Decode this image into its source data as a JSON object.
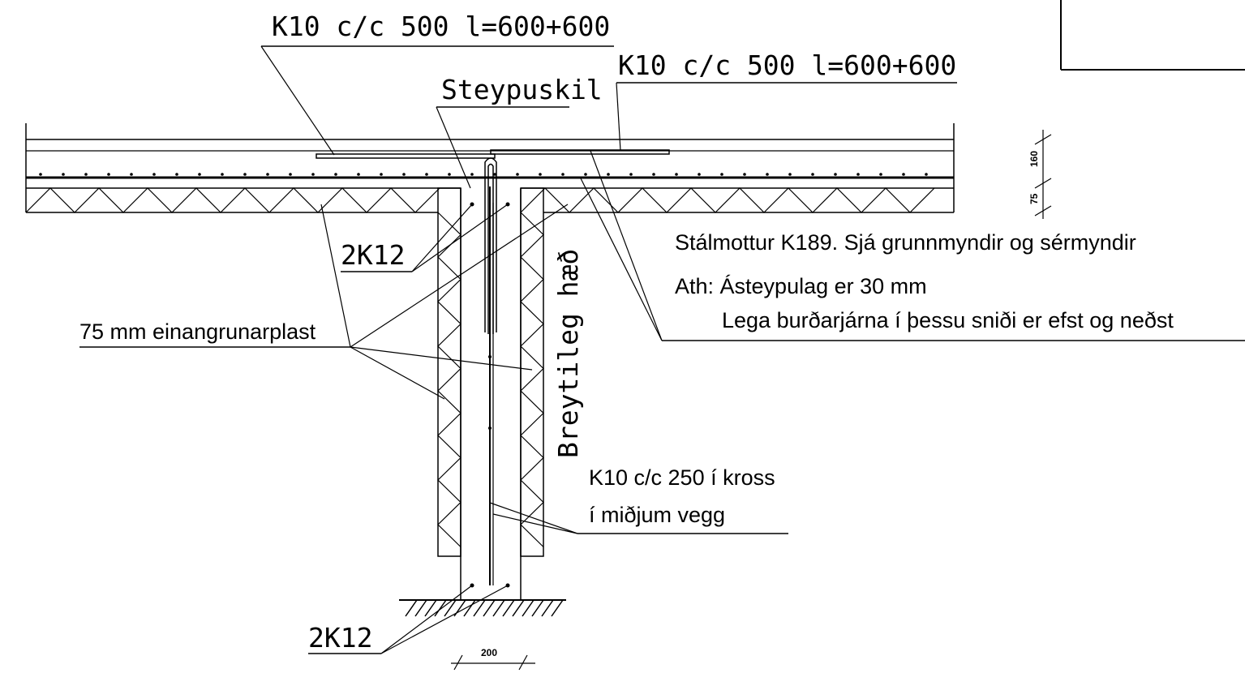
{
  "labels": {
    "rebar_top_left": "K10 c/c 500 l=600+600",
    "rebar_top_right": "K10 c/c 500 l=600+600",
    "construction_joint": "Steypuskil",
    "bars_upper": "2K12",
    "bars_lower": "2K12",
    "insulation": "75 mm einangrunarplast",
    "wall_height": "Breytileg hæð",
    "wall_rebar_line1": "K10 c/c 250 í kross",
    "wall_rebar_line2": "í miðjum vegg",
    "mesh_note": "Stálmottur K189. Sjá grunnmyndir og sérmyndir",
    "cover_note": "Ath: Ásteypulag er 30 mm",
    "placement_note": "Lega burðarjárna í þessu sniði er efst og neðst"
  },
  "dimensions": {
    "slab_thickness": "160",
    "insulation_thickness": "75",
    "wall_thickness": "200"
  }
}
